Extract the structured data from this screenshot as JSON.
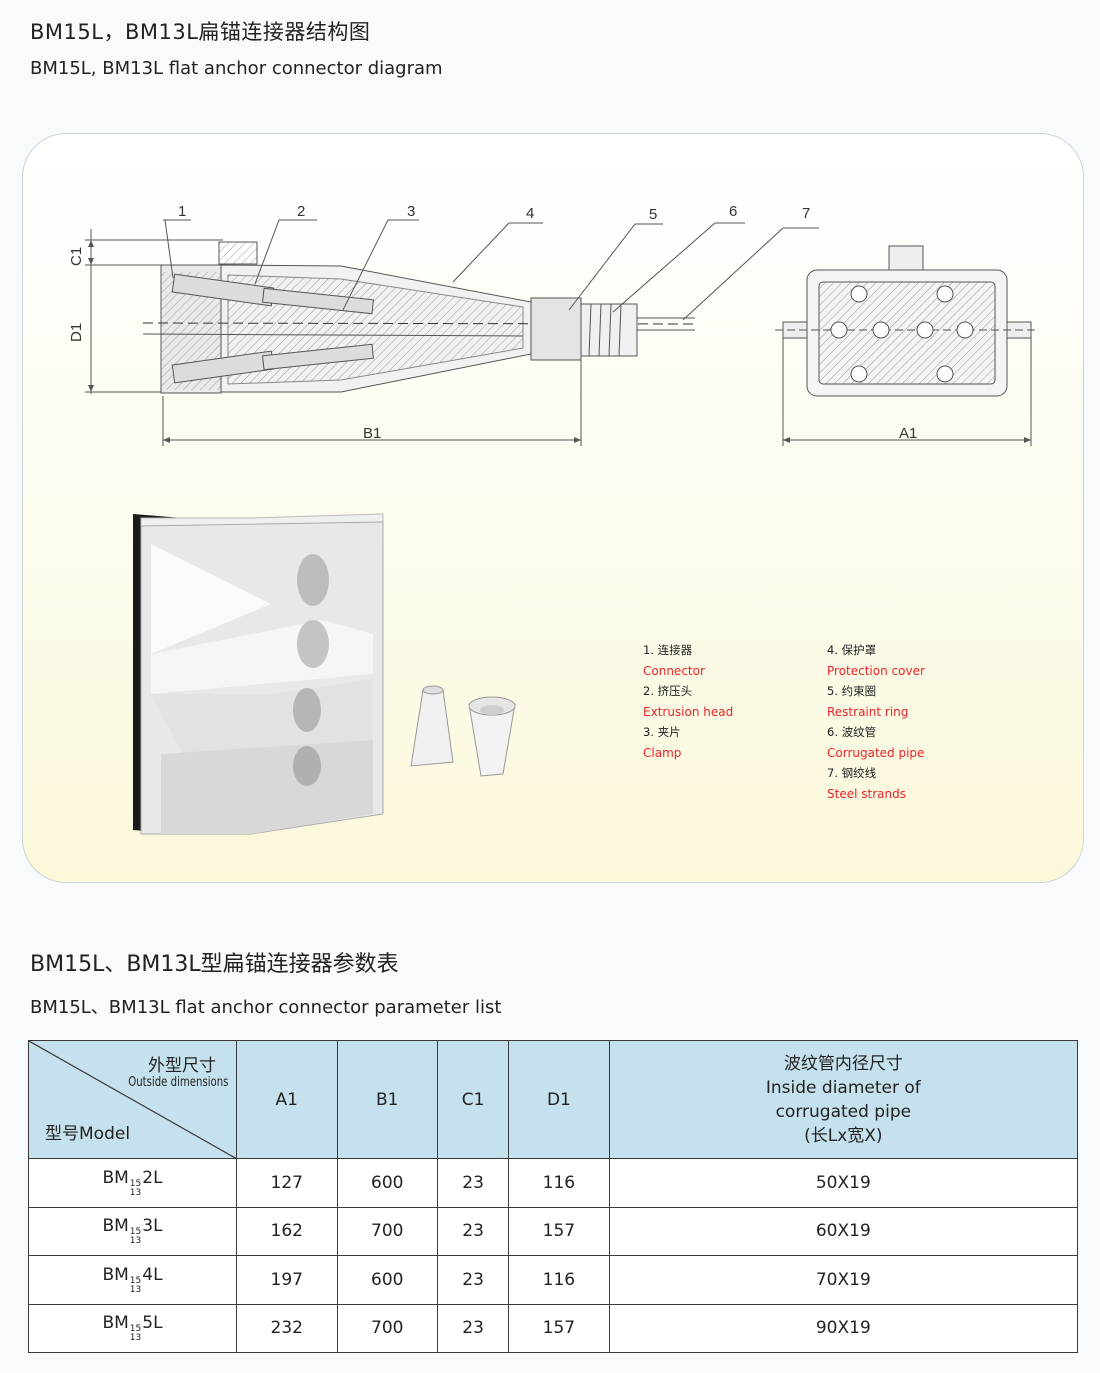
{
  "header": {
    "title_cn": "BM15L，BM13L扁锚连接器结构图",
    "title_en": "BM15L, BM13L flat anchor connector diagram"
  },
  "diagram": {
    "callouts": [
      "1",
      "2",
      "3",
      "4",
      "5",
      "6",
      "7"
    ],
    "dimensions": {
      "c1": "C1",
      "d1": "D1",
      "b1": "B1",
      "a1": "A1"
    }
  },
  "legend": {
    "left": [
      {
        "cn": "1.  连接器",
        "en": "Connector"
      },
      {
        "cn": "2.  挤压头",
        "en": "Extrusion head"
      },
      {
        "cn": "3.  夹片",
        "en": "Clamp"
      }
    ],
    "right": [
      {
        "cn": "4.  保护罩",
        "en": "Protection cover"
      },
      {
        "cn": "5.  约束圈",
        "en": "Restraint ring"
      },
      {
        "cn": "6.  波纹管",
        "en": "Corrugated pipe"
      },
      {
        "cn": "7.  钢绞线",
        "en": "Steel strands"
      }
    ]
  },
  "table_section": {
    "title_cn": "BM15L、BM13L型扁锚连接器参数表",
    "title_en": "BM15L、BM13L flat anchor connector parameter list"
  },
  "table": {
    "corner": {
      "cn": "外型尺寸",
      "en": "Outside dimensions",
      "model": "型号Model"
    },
    "headers": [
      "A1",
      "B1",
      "C1",
      "D1"
    ],
    "pipe_header": [
      "波纹管内径尺寸",
      "Inside diameter of",
      "corrugated pipe",
      "(长Lx宽X)"
    ],
    "rows": [
      {
        "prefix": "BM",
        "sup": "15",
        "sub": "13",
        "suffix": "2L",
        "a1": "127",
        "b1": "600",
        "c1": "23",
        "d1": "116",
        "pipe": "50X19"
      },
      {
        "prefix": "BM",
        "sup": "15",
        "sub": "13",
        "suffix": "3L",
        "a1": "162",
        "b1": "700",
        "c1": "23",
        "d1": "157",
        "pipe": "60X19"
      },
      {
        "prefix": "BM",
        "sup": "15",
        "sub": "13",
        "suffix": "4L",
        "a1": "197",
        "b1": "600",
        "c1": "23",
        "d1": "116",
        "pipe": "70X19"
      },
      {
        "prefix": "BM",
        "sup": "15",
        "sub": "13",
        "suffix": "5L",
        "a1": "232",
        "b1": "700",
        "c1": "23",
        "d1": "157",
        "pipe": "90X19"
      }
    ]
  },
  "colors": {
    "legend_en": "#e8252b",
    "table_header_bg": "#c5e1ee"
  }
}
